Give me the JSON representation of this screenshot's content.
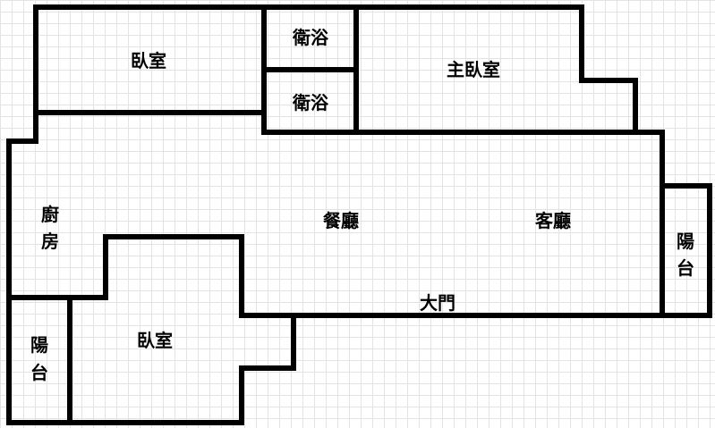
{
  "rooms": {
    "bedroom_top": "臥室",
    "bath_upper": "衛浴",
    "bath_lower": "衛浴",
    "master_bedroom": "主臥室",
    "kitchen_line1": "廚",
    "kitchen_line2": "房",
    "dining": "餐廳",
    "living": "客廳",
    "balcony_right_line1": "陽",
    "balcony_right_line2": "台",
    "front_door": "大門",
    "balcony_left_line1": "陽",
    "balcony_left_line2": "台",
    "bedroom_bottom": "臥室"
  },
  "colors": {
    "wall": "#000000",
    "grid": "#e3e3e3",
    "background": "#ffffff"
  }
}
